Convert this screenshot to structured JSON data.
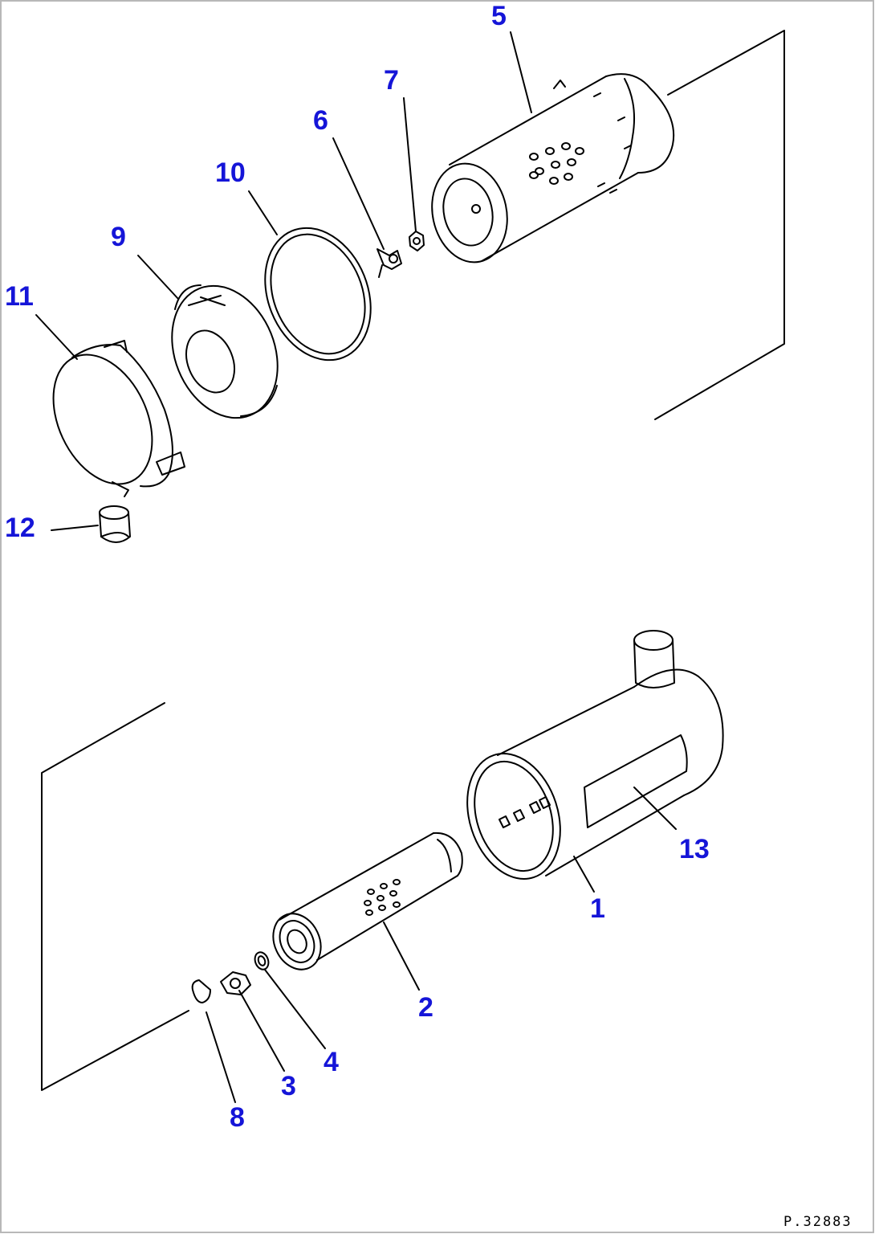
{
  "diagram": {
    "label_color": "#1515d8",
    "line_color": "#000000",
    "drawing_code": "P.32883",
    "callouts": {
      "p1": "1",
      "p2": "2",
      "p3": "3",
      "p4": "4",
      "p5": "5",
      "p6": "6",
      "p7": "7",
      "p8": "8",
      "p9": "9",
      "p10": "10",
      "p11": "11",
      "p12": "12",
      "p13": "13"
    }
  }
}
